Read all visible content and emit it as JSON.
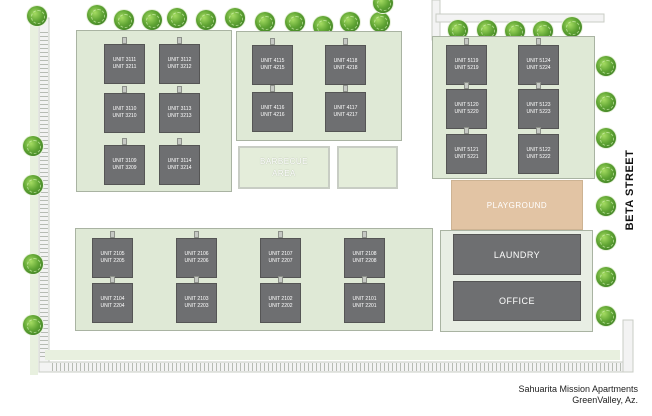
{
  "street_label": "BETA STREET",
  "caption": {
    "line1": "Sahuarita Mission Apartments",
    "line2": "GreenValley, Az."
  },
  "areas": {
    "barbecue": "BARBECUE AREA",
    "playground": "PLAYGROUND",
    "laundry": "LAUNDRY",
    "office": "OFFICE"
  },
  "units": {
    "b1": [
      [
        "UNIT 3111",
        "UNIT 3211"
      ],
      [
        "UNIT 3112",
        "UNIT 3212"
      ],
      [
        "UNIT 3110",
        "UNIT 3210"
      ],
      [
        "UNIT 3113",
        "UNIT 3213"
      ],
      [
        "UNIT 3109",
        "UNIT 3209"
      ],
      [
        "UNIT 3114",
        "UNIT 3214"
      ]
    ],
    "b2": [
      [
        "UNIT 4115",
        "UNIT 4215"
      ],
      [
        "UNIT 4118",
        "UNIT 4218"
      ],
      [
        "UNIT 4116",
        "UNIT 4216"
      ],
      [
        "UNIT 4117",
        "UNIT 4217"
      ]
    ],
    "b3": [
      [
        "UNIT 5119",
        "UNIT 5219"
      ],
      [
        "UNIT 5124",
        "UNIT 5224"
      ],
      [
        "UNIT 5120",
        "UNIT 5220"
      ],
      [
        "UNIT 5123",
        "UNIT 5223"
      ],
      [
        "UNIT 5121",
        "UNIT 5221"
      ],
      [
        "UNIT 5122",
        "UNIT 5222"
      ]
    ],
    "b4": [
      [
        "UNIT 2105",
        "UNIT 2205"
      ],
      [
        "UNIT 2106",
        "UNIT 2206"
      ],
      [
        "UNIT 2107",
        "UNIT 2207"
      ],
      [
        "UNIT 2108",
        "UNIT 2208"
      ],
      [
        "UNIT 2104",
        "UNIT 2204"
      ],
      [
        "UNIT 2103",
        "UNIT 2203"
      ],
      [
        "UNIT 2102",
        "UNIT 2202"
      ],
      [
        "UNIT 2101",
        "UNIT 2201"
      ]
    ]
  },
  "colors": {
    "unit": "#6e6f71",
    "lawn": "#dfe9d6",
    "playground": "#e2c4a4",
    "laundry": "#6e6f71",
    "tree": "#5fa433"
  }
}
